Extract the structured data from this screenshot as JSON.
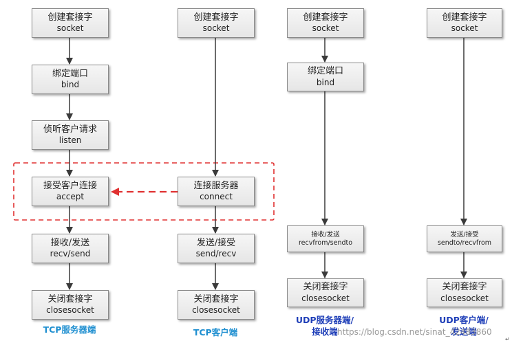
{
  "tcp_server": {
    "socket": {
      "zh": "创建套接字",
      "en": "socket"
    },
    "bind": {
      "zh": "绑定端口",
      "en": "bind"
    },
    "listen": {
      "zh": "侦听客户请求",
      "en": "listen"
    },
    "accept": {
      "zh": "接受客户连接",
      "en": "accept"
    },
    "recv_send": {
      "zh": "接收/发送",
      "en": "recv/send"
    },
    "close": {
      "zh": "关闭套接字",
      "en": "closesocket"
    },
    "caption": "TCP服务器端"
  },
  "tcp_client": {
    "socket": {
      "zh": "创建套接字",
      "en": "socket"
    },
    "connect": {
      "zh": "连接服务器",
      "en": "connect"
    },
    "send_recv": {
      "zh": "发送/接受",
      "en": "send/recv"
    },
    "close": {
      "zh": "关闭套接字",
      "en": "closesocket"
    },
    "caption": "TCP客户端"
  },
  "udp_server": {
    "socket": {
      "zh": "创建套接字",
      "en": "socket"
    },
    "bind": {
      "zh": "绑定端口",
      "en": "bind"
    },
    "recv_send": {
      "zh": "接收/发送",
      "en": "recvfrom/sendto"
    },
    "close": {
      "zh": "关闭套接字",
      "en": "closesocket"
    },
    "caption": "UDP服务器端/\n接收端"
  },
  "udp_client": {
    "socket": {
      "zh": "创建套接字",
      "en": "socket"
    },
    "send_recv": {
      "zh": "发送/接受",
      "en": "sendto/recvfrom"
    },
    "close": {
      "zh": "关闭套接字",
      "en": "closesocket"
    },
    "caption": "UDP客户端/\n发送端"
  },
  "watermark": "https://blog.csdn.net/sinat_42483860",
  "corner_mark": "↵",
  "colors": {
    "tcp_caption": "#1f8fd0",
    "udp_caption": "#1f3fb8",
    "dashed": "#e03030",
    "arrow": "#3a3a3a"
  }
}
